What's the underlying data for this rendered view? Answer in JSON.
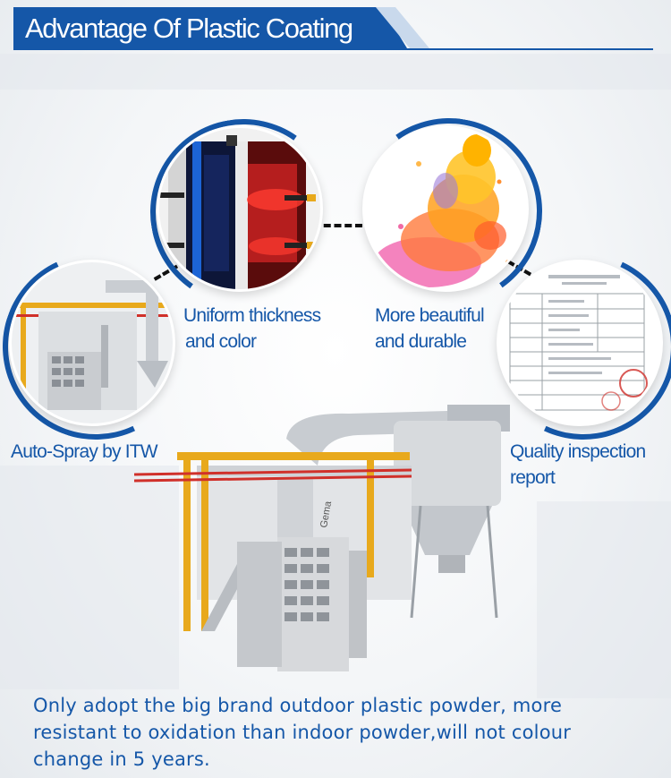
{
  "header": {
    "title": "Advantage Of Plastic Coating"
  },
  "features": [
    {
      "label_line1": "Uniform thickness",
      "label_line2": "and color"
    },
    {
      "label_line1": "More beautiful",
      "label_line2": "and durable"
    },
    {
      "label_line1": "Auto-Spray by ITW"
    },
    {
      "label_line1": "Quality inspection",
      "label_line2": "report"
    }
  ],
  "machine": {
    "brand": "Gema"
  },
  "description": "Only adopt the big brand outdoor plastic powder, more resistant to oxidation than indoor powder,will not colour change in 5 years.",
  "colors": {
    "brand_blue": "#1557a8",
    "accent_light": "#c9d9ec",
    "rail_yellow": "#e8a91c",
    "rail_red": "#d0302a"
  }
}
